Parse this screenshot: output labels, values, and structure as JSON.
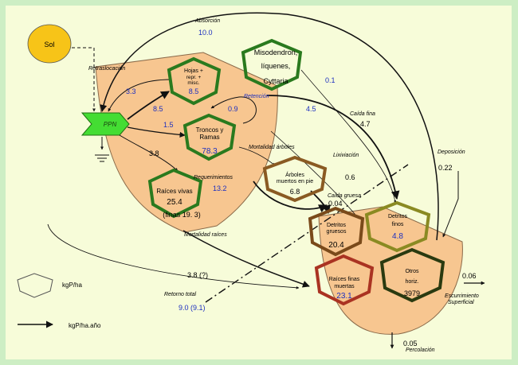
{
  "colors": {
    "frame": "#cdeec4",
    "canvas": "#f7fcd9",
    "compartment_fill": "#f7c690",
    "compartment_stroke": "#8a6a4a",
    "sun_fill": "#f7c418",
    "ppn_fill": "#44dd33",
    "green_pool": "#2a7a1e",
    "brown_pool": "#7a4a1a",
    "red_pool": "#aa3322",
    "olive_pool": "#8a8a22",
    "dark_pool": "#2a3a10",
    "blue_value": "#1c2fc0"
  },
  "sun": {
    "label": "Sol"
  },
  "ppn": {
    "label": "PPN"
  },
  "pools": {
    "hojas": {
      "label_1": "Hojas +",
      "label_2": "repr. +",
      "label_3": "misc.",
      "value": "8.5"
    },
    "troncos": {
      "label_1": "Troncos y",
      "label_2": "Ramas",
      "value": "78.3"
    },
    "raices_vivas": {
      "label_1": "Raíces vivas",
      "value": "25.4",
      "note": "(finas 19. 3)"
    },
    "misodendron": {
      "label_1": "Misodendron,",
      "label_2": "líquenes,",
      "label_3": "Cyttaria"
    },
    "arboles_muertos": {
      "label_1": "Árboles",
      "label_2": "muertos en pie",
      "value": "6.8"
    },
    "detritos_gruesos": {
      "label_1": "Detritos",
      "label_2": "gruesos",
      "value": "20.4"
    },
    "detritos_finos": {
      "label_1": "Detritos",
      "label_2": "finos",
      "value": "4.8"
    },
    "raices_finas_muertas": {
      "label_1": "Raíces finas",
      "label_2": "muertas",
      "value": "23.1"
    },
    "otros_horiz": {
      "label_1": "Otros",
      "label_2": "horiz.",
      "value": "3979"
    }
  },
  "flows": {
    "absorcion": {
      "label": "Absorción",
      "value": "10.0"
    },
    "retraslocacion": {
      "label": "Retraslocación",
      "value": "3.3"
    },
    "retencion": {
      "label": "Retención",
      "value": "0.9"
    },
    "ppn_hojas": {
      "value": "8.5"
    },
    "ppn_troncos": {
      "value": "1.5"
    },
    "ppn_raices": {
      "value": "3.8"
    },
    "misodendron_out": {
      "value": "0.1"
    },
    "caida_fina": {
      "label": "Caída fina",
      "value_blue": "4.5",
      "value": "4.7"
    },
    "mortalidad_arboles": {
      "label": "Mortalidad árboles"
    },
    "requerimientos": {
      "label": "Requerimientos",
      "value": "13.2"
    },
    "lixiviacion": {
      "label": "Lixiviación",
      "value": "0.6"
    },
    "caida_gruesa": {
      "label": "Caída gruesa",
      "value": "0.04"
    },
    "deposicion": {
      "label": "Deposición",
      "value": "0.22"
    },
    "mortalidad_raices": {
      "label": "Mortalidad raíces"
    },
    "raices_return": {
      "value": "3.8 (?)"
    },
    "retorno_total": {
      "label": "Retorno total",
      "value": "9.0 (9.1)"
    },
    "escurrimiento": {
      "label_1": "Escurrimiento",
      "label_2": "Superficial",
      "value": "0.06"
    },
    "percolacion": {
      "label": "Percolación",
      "value": "0.05"
    }
  },
  "legend": {
    "pool_unit": "kgP/ha",
    "flow_unit": "kgP/ha.año"
  }
}
